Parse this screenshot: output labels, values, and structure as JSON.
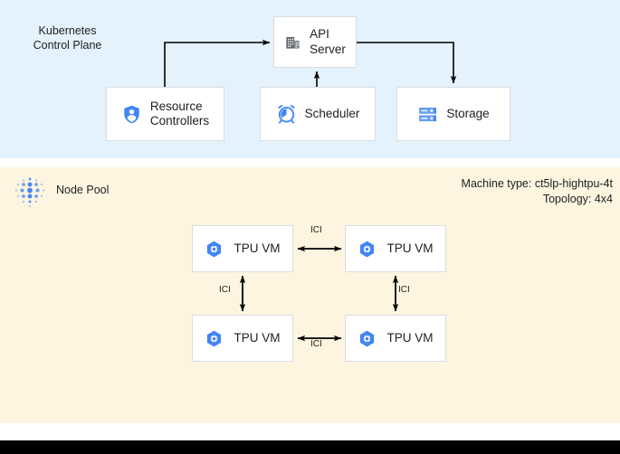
{
  "control_plane": {
    "title": "Kubernetes\nControl Plane",
    "background_color": "#e3f2fd",
    "nodes": [
      {
        "id": "api-server",
        "label": "API\nServer",
        "icon": "building-icon"
      },
      {
        "id": "resource-controllers",
        "label": "Resource\nControllers",
        "icon": "shield-person-icon"
      },
      {
        "id": "scheduler",
        "label": "Scheduler",
        "icon": "alarm-clock-icon"
      },
      {
        "id": "storage",
        "label": "Storage",
        "icon": "server-rack-icon"
      }
    ]
  },
  "node_pool": {
    "title": "Node Pool",
    "icon": "dot-matrix-icon",
    "background_color": "#fdf5e0",
    "machine_type_line": "Machine type: ct5lp-hightpu-4t",
    "topology_line": "Topology: 4x4",
    "vms": [
      {
        "id": "tpu-vm-0",
        "label": "TPU VM",
        "icon": "hexagon-gear-icon"
      },
      {
        "id": "tpu-vm-1",
        "label": "TPU VM",
        "icon": "hexagon-gear-icon"
      },
      {
        "id": "tpu-vm-2",
        "label": "TPU VM",
        "icon": "hexagon-gear-icon"
      },
      {
        "id": "tpu-vm-3",
        "label": "TPU VM",
        "icon": "hexagon-gear-icon"
      }
    ],
    "interconnect_labels": {
      "top": "ICI",
      "bottom": "ICI",
      "left": "ICI",
      "right": "ICI"
    }
  },
  "colors": {
    "accent_blue": "#4285f4",
    "icon_gray": "#5f6368",
    "box_border": "#dadce0",
    "text": "#202124",
    "connector": "#000000"
  }
}
